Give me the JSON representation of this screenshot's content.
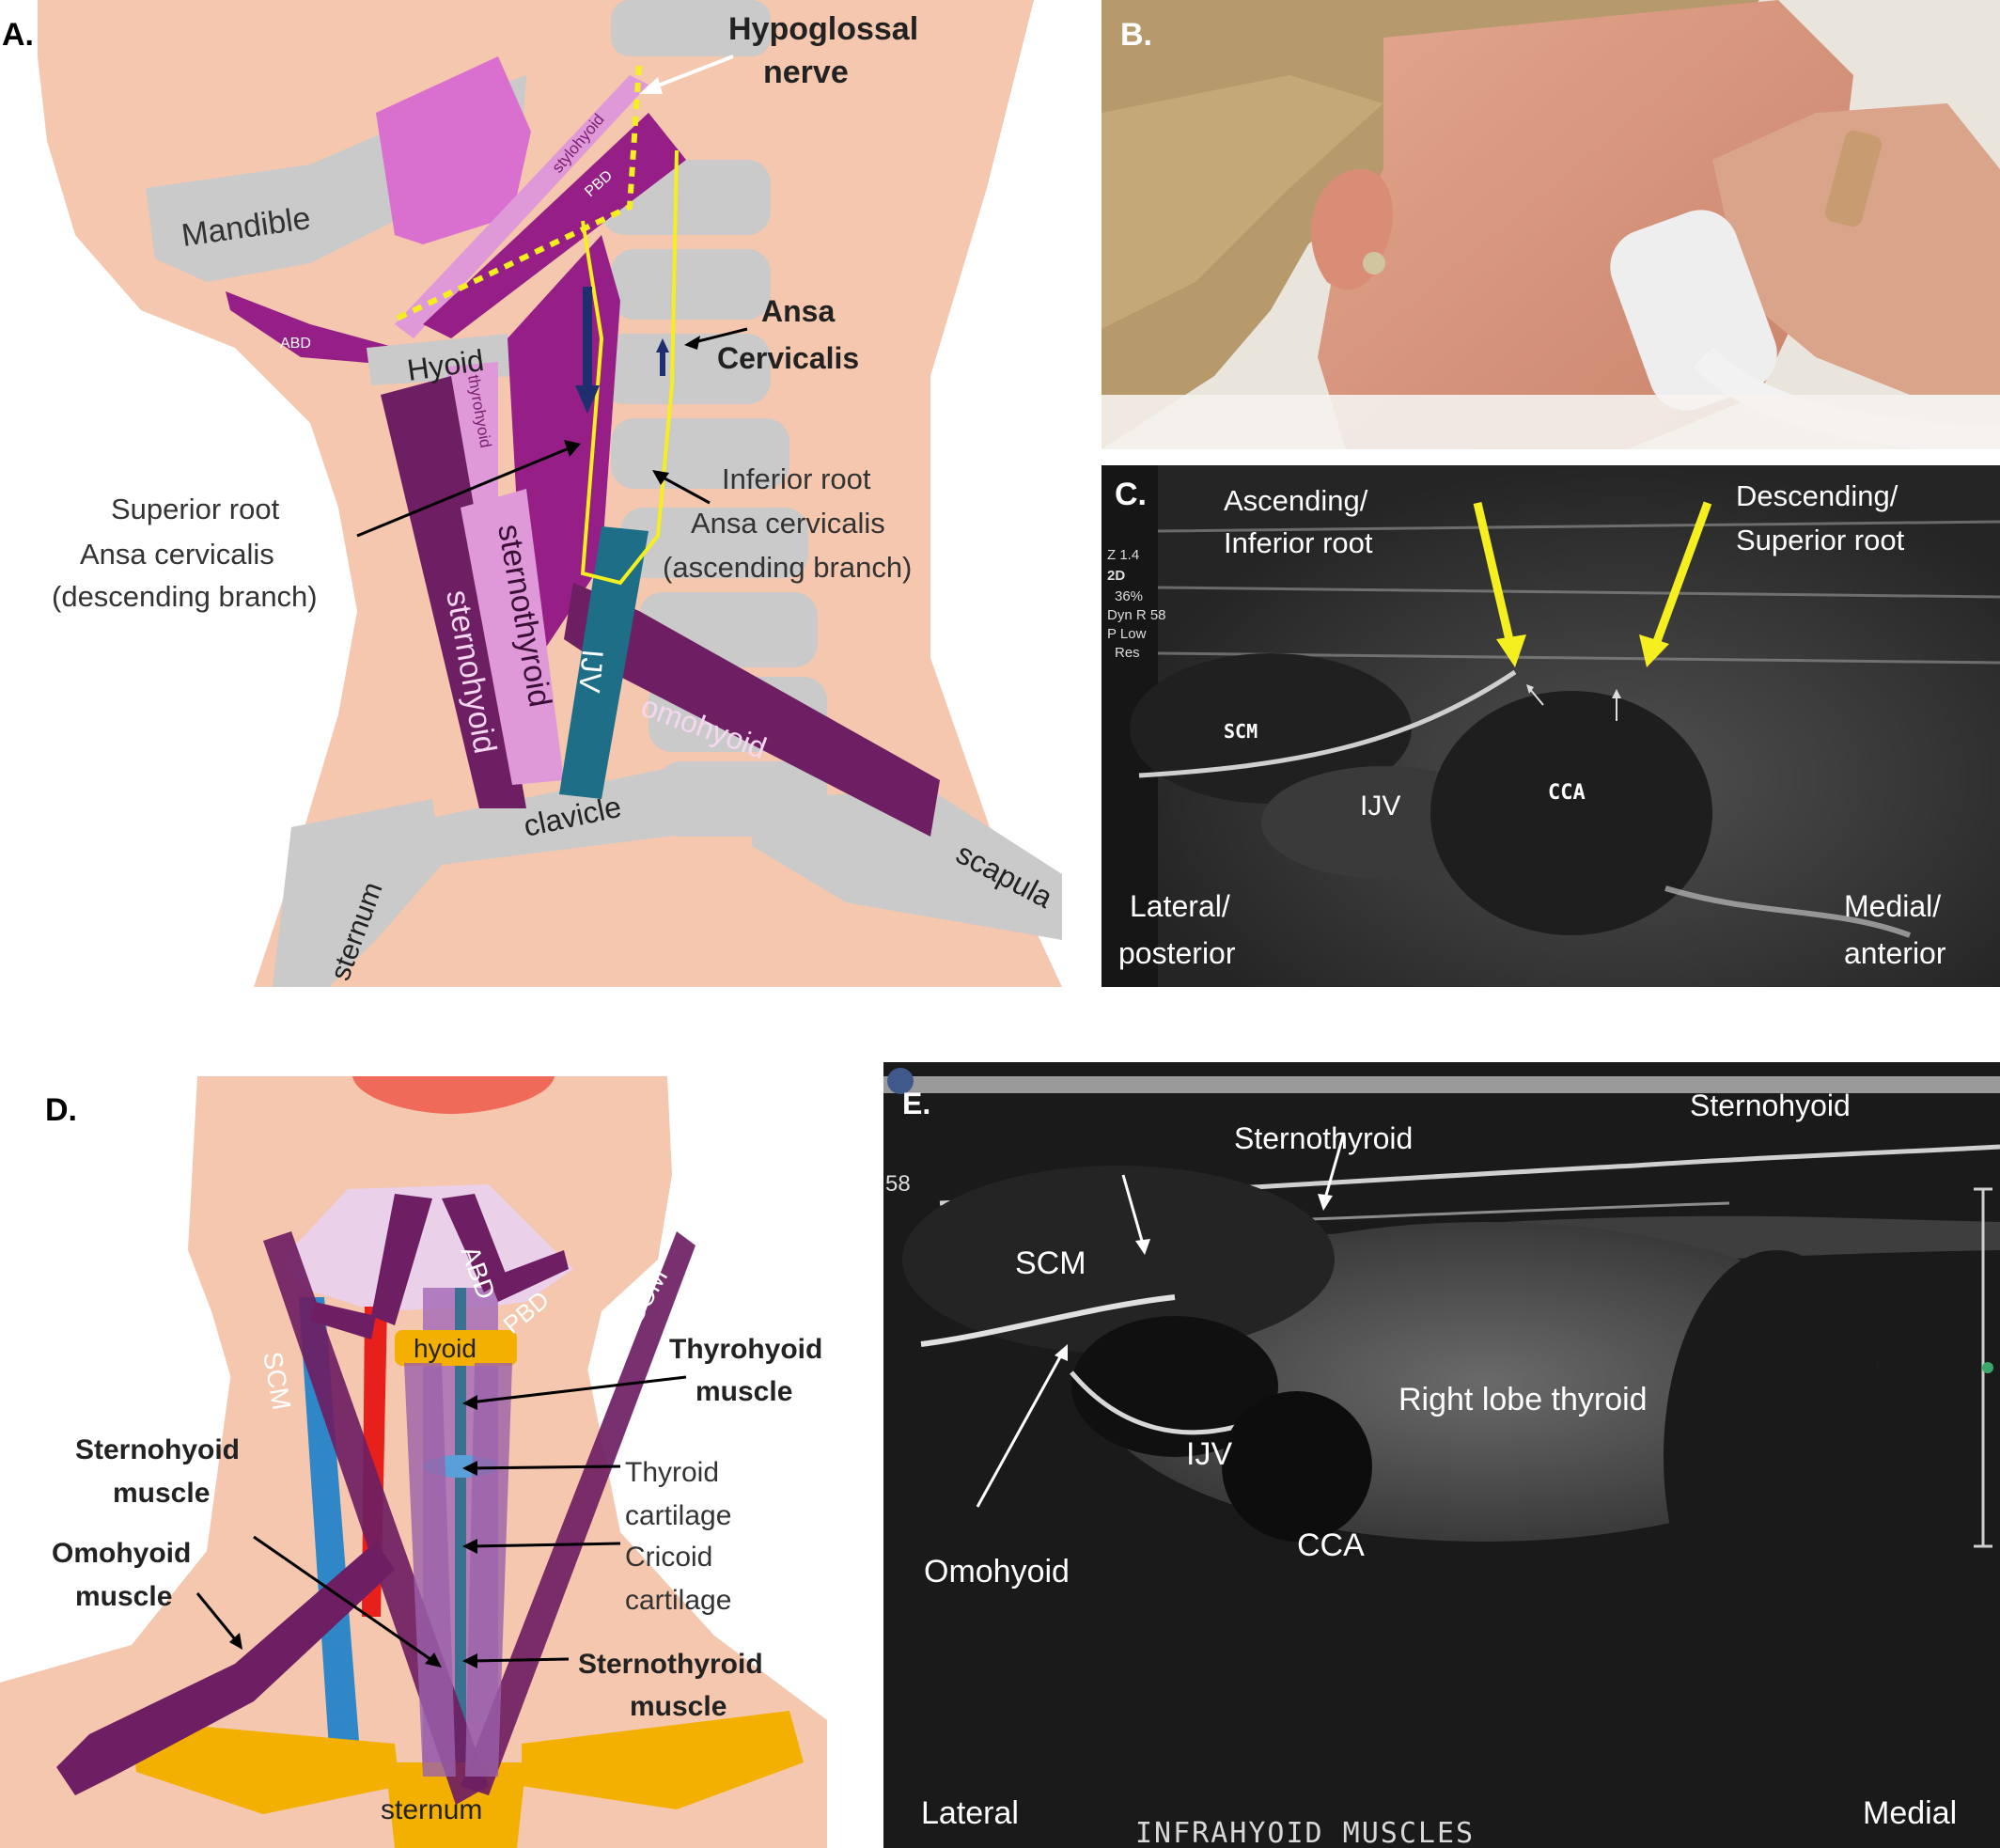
{
  "colors": {
    "skin": "#f4c7ae",
    "bone": "#cacaca",
    "muscle_dark": "#6e1e62",
    "muscle_mid": "#951f86",
    "muscle_light": "#df98d8",
    "muscle_pale": "#ead0e8",
    "nerve": "#f5ef20",
    "vein": "#1d6e86",
    "artery": "#e8201c",
    "vein_blue": "#2f87c8",
    "cartilage": "#f4b000",
    "lips": "#f06a5a",
    "arrow_dark": "#1f2e6e",
    "us_bg": "#1b1b1b"
  },
  "panel_a": {
    "label": "A.",
    "hypoglossal_1": "Hypoglossal",
    "hypoglossal_2": "nerve",
    "mandible": "Mandible",
    "stylohyoid": "stylohyoid",
    "pbd": "PBD",
    "abd": "ABD",
    "hyoid": "Hyoid",
    "thyrohyoid": "thyrohyoid",
    "ansa_1": "Ansa",
    "ansa_2": "Cervicalis",
    "superior_1": "Superior root",
    "superior_2": "Ansa cervicalis",
    "superior_3": "(descending branch)",
    "inferior_1": "Inferior root",
    "inferior_2": "Ansa cervicalis",
    "inferior_3": "(ascending branch)",
    "sternothyroid": "sternothyroid",
    "sternohyoid": "sternohyoid",
    "ijv": "IJV",
    "omohyoid": "omohyoid",
    "clavicle": "clavicle",
    "scapula": "scapula",
    "sternum": "sternum"
  },
  "panel_b": {
    "label": "B."
  },
  "panel_c": {
    "label": "C.",
    "ascending_1": "Ascending/",
    "ascending_2": "Inferior root",
    "descending_1": "Descending/",
    "descending_2": "Superior root",
    "settings": [
      "Z 1.4",
      "2D",
      "36%",
      "Dyn R 58",
      "P Low",
      "Res"
    ],
    "scm": "SCM",
    "ijv": "IJV",
    "cca": "CCA",
    "lateral_1": "Lateral/",
    "lateral_2": "posterior",
    "medial_1": "Medial/",
    "medial_2": "anterior"
  },
  "panel_d": {
    "label": "D.",
    "abd": "ABD",
    "pbd": "PBD",
    "scm_left": "SCM",
    "scm_right": "SCM",
    "hyoid": "hyoid",
    "thyrohyoid_1": "Thyrohyoid",
    "thyrohyoid_2": "muscle",
    "sternohyoid_1": "Sternohyoid",
    "sternohyoid_2": "muscle",
    "thyroid_cart_1": "Thyroid",
    "thyroid_cart_2": "cartilage",
    "cricoid_1": "Cricoid",
    "cricoid_2": "cartilage",
    "omohyoid_1": "Omohyoid",
    "omohyoid_2": "muscle",
    "sternothyroid_1": "Sternothyroid",
    "sternothyroid_2": "muscle",
    "sternum": "sternum"
  },
  "panel_e": {
    "label": "E.",
    "depth": "58",
    "sternothyroid": "Sternothyroid",
    "sternohyoid": "Sternohyoid",
    "scm": "SCM",
    "thyroid": "Right lobe thyroid",
    "ijv": "IJV",
    "cca": "CCA",
    "omohyoid": "Omohyoid",
    "lateral": "Lateral",
    "medial": "Medial",
    "caption": "INFRAHYOID MUSCLES"
  }
}
